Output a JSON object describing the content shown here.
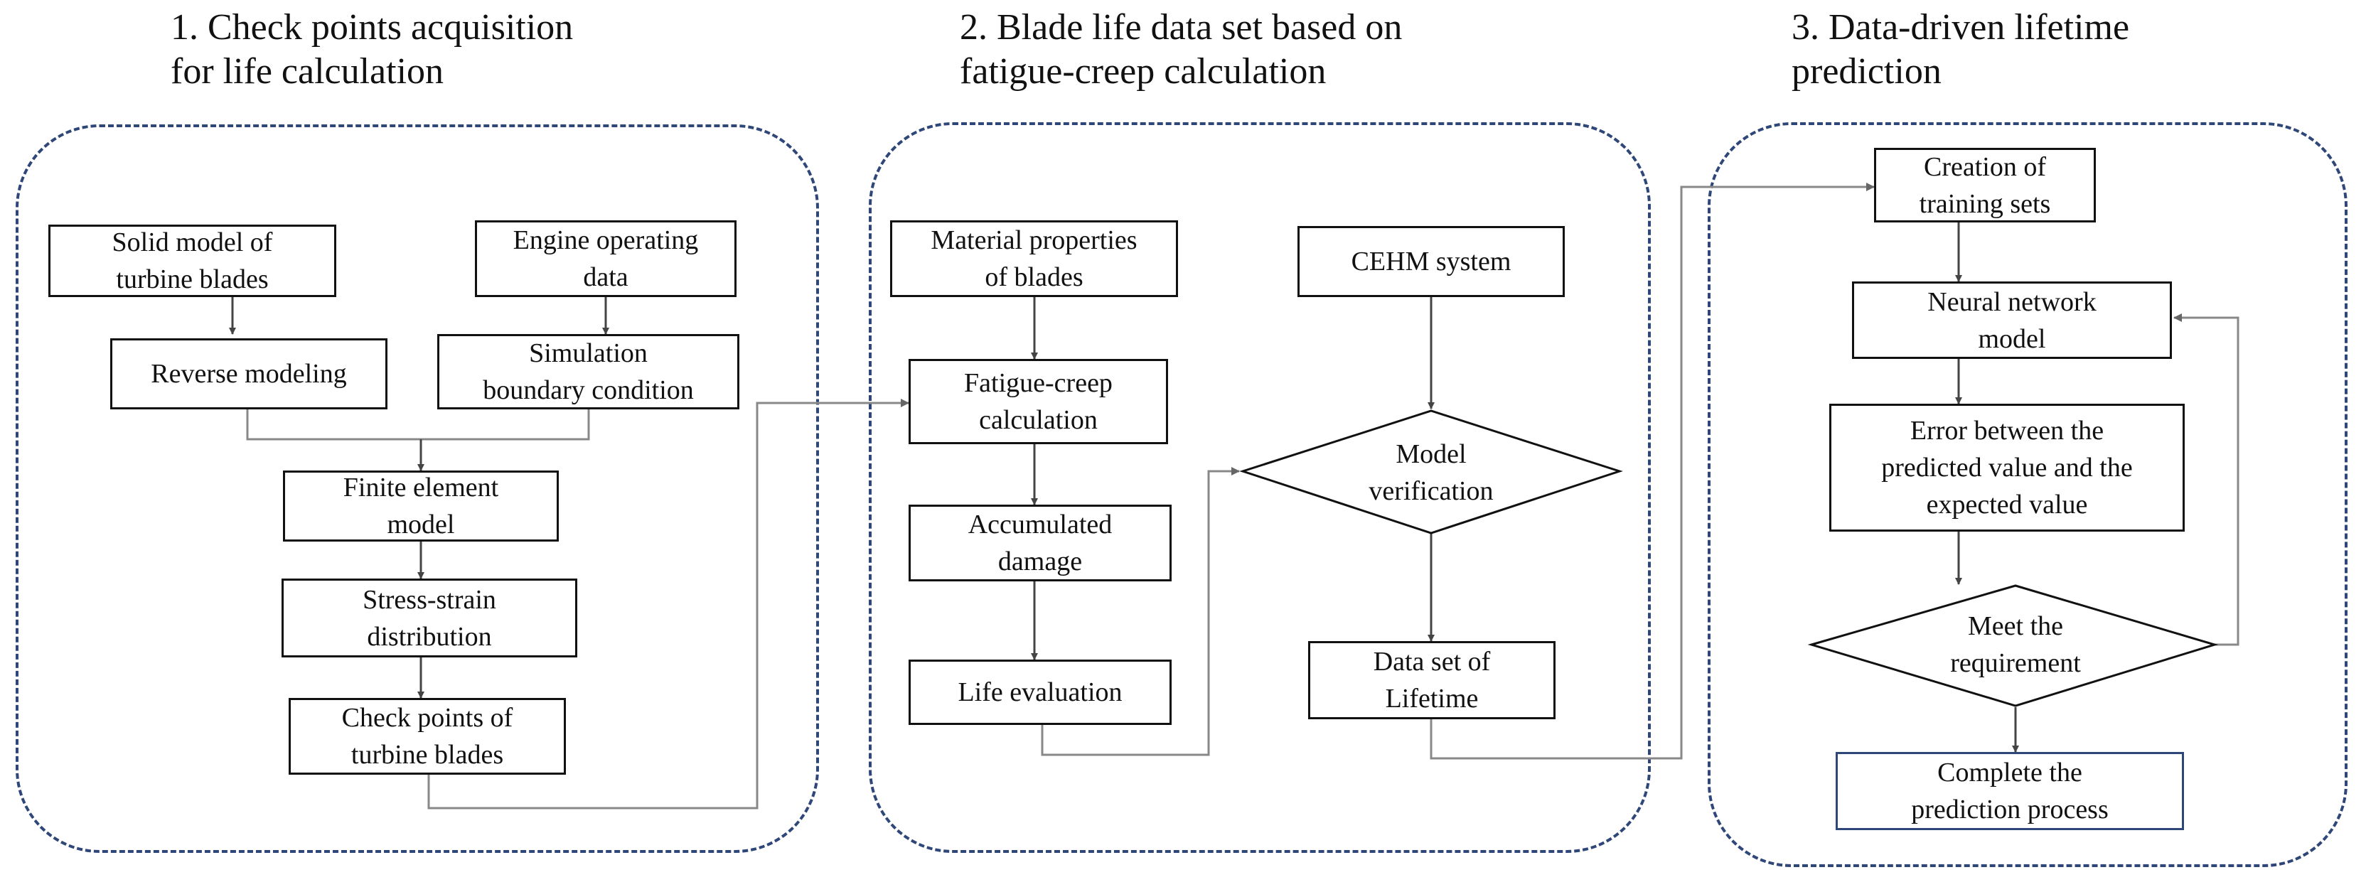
{
  "sections": [
    {
      "title_lines": [
        "1. Check points acquisition",
        "for life calculation"
      ]
    },
    {
      "title_lines": [
        "2. Blade life data set based on",
        "fatigue-creep calculation"
      ]
    },
    {
      "title_lines": [
        "3. Data-driven lifetime",
        "prediction"
      ]
    }
  ],
  "nodes": {
    "solid_model": [
      "Solid model of",
      "turbine blades"
    ],
    "engine_data": [
      "Engine operating",
      "data"
    ],
    "reverse_modeling": [
      "Reverse modeling"
    ],
    "simulation_bc": [
      "Simulation",
      "boundary condition"
    ],
    "finite_element": [
      "Finite element",
      "model"
    ],
    "stress_strain": [
      "Stress-strain",
      "distribution"
    ],
    "check_points": [
      "Check points of",
      "turbine blades"
    ],
    "material_props": [
      "Material properties",
      "of blades"
    ],
    "cehm": [
      "CEHM system"
    ],
    "fatigue_creep": [
      "Fatigue-creep",
      "calculation"
    ],
    "model_verification": [
      "Model",
      "verification"
    ],
    "accumulated_damage": [
      "Accumulated",
      "damage"
    ],
    "life_evaluation": [
      "Life evaluation"
    ],
    "data_set_lifetime": [
      "Data set of",
      "Lifetime"
    ],
    "training_sets": [
      "Creation of",
      "training sets"
    ],
    "neural_network": [
      "Neural network",
      "model"
    ],
    "error": [
      "Error between the",
      "predicted value and the",
      "expected value"
    ],
    "meet_requirement": [
      "Meet the",
      "requirement"
    ],
    "complete": [
      "Complete the",
      "prediction process"
    ]
  },
  "colors": {
    "panel_border": "#2f4778",
    "box_border": "#111111",
    "arrow": "#555555",
    "connector": "#888888"
  }
}
